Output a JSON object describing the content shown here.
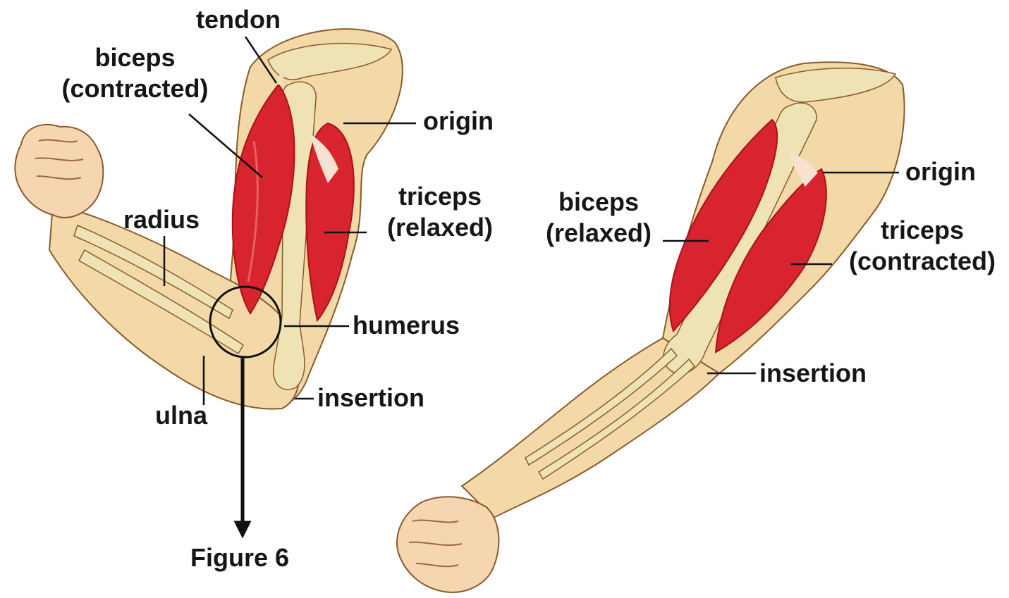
{
  "colors": {
    "skin": "#f4d9a8",
    "skin_shadow": "#e7b878",
    "bone": "#efe2b4",
    "bone_shadow": "#d8c08a",
    "muscle": "#d8242e",
    "muscle_dark": "#a8121c",
    "outline": "#8a5a2c",
    "label": "#161616"
  },
  "left_arm": {
    "labels": {
      "tendon": "tendon",
      "biceps_contracted_1": "biceps",
      "biceps_contracted_2": "(contracted)",
      "origin": "origin",
      "triceps_relaxed_1": "triceps",
      "triceps_relaxed_2": "(relaxed)",
      "radius": "radius",
      "humerus": "humerus",
      "ulna": "ulna",
      "insertion": "insertion",
      "figure": "Figure 6"
    }
  },
  "right_arm": {
    "labels": {
      "origin": "origin",
      "biceps_relaxed_1": "biceps",
      "biceps_relaxed_2": "(relaxed)",
      "triceps_contracted_1": "triceps",
      "triceps_contracted_2": "(contracted)",
      "insertion": "insertion"
    }
  }
}
